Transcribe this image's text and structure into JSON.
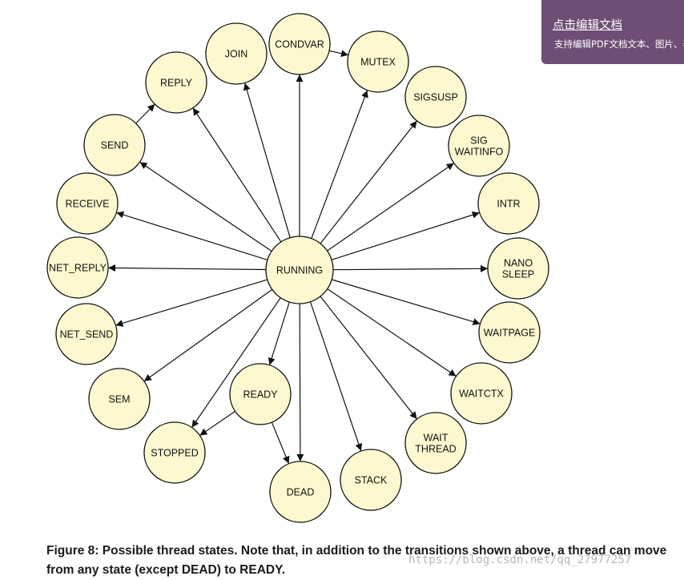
{
  "diagram": {
    "nodes": [
      {
        "id": "running",
        "lines": [
          "RUNNING"
        ]
      },
      {
        "id": "condvar",
        "lines": [
          "CONDVAR"
        ]
      },
      {
        "id": "join",
        "lines": [
          "JOIN"
        ]
      },
      {
        "id": "mutex",
        "lines": [
          "MUTEX"
        ]
      },
      {
        "id": "reply",
        "lines": [
          "REPLY"
        ]
      },
      {
        "id": "sigsusp",
        "lines": [
          "SIGSUSP"
        ]
      },
      {
        "id": "send",
        "lines": [
          "SEND"
        ]
      },
      {
        "id": "sigwaitinfo",
        "lines": [
          "SIG",
          "WAITINFO"
        ]
      },
      {
        "id": "receive",
        "lines": [
          "RECEIVE"
        ]
      },
      {
        "id": "intr",
        "lines": [
          "INTR"
        ]
      },
      {
        "id": "net_reply",
        "lines": [
          "NET_REPLY"
        ]
      },
      {
        "id": "nanosleep",
        "lines": [
          "NANO",
          "SLEEP"
        ]
      },
      {
        "id": "net_send",
        "lines": [
          "NET_SEND"
        ]
      },
      {
        "id": "waitpage",
        "lines": [
          "WAITPAGE"
        ]
      },
      {
        "id": "sem",
        "lines": [
          "SEM"
        ]
      },
      {
        "id": "waitctx",
        "lines": [
          "WAITCTX"
        ]
      },
      {
        "id": "ready",
        "lines": [
          "READY"
        ]
      },
      {
        "id": "stopped",
        "lines": [
          "STOPPED"
        ]
      },
      {
        "id": "waitthread",
        "lines": [
          "WAIT",
          "THREAD"
        ]
      },
      {
        "id": "stack",
        "lines": [
          "STACK"
        ]
      },
      {
        "id": "dead",
        "lines": [
          "DEAD"
        ]
      }
    ],
    "edges": [
      {
        "from": "running",
        "to": "condvar",
        "dir": "both"
      },
      {
        "from": "running",
        "to": "join",
        "dir": "both"
      },
      {
        "from": "running",
        "to": "mutex",
        "dir": "both"
      },
      {
        "from": "running",
        "to": "reply",
        "dir": "both"
      },
      {
        "from": "running",
        "to": "sigsusp",
        "dir": "both"
      },
      {
        "from": "running",
        "to": "send",
        "dir": "both"
      },
      {
        "from": "running",
        "to": "sigwaitinfo",
        "dir": "both"
      },
      {
        "from": "running",
        "to": "receive",
        "dir": "both"
      },
      {
        "from": "running",
        "to": "intr",
        "dir": "both"
      },
      {
        "from": "running",
        "to": "net_reply",
        "dir": "both"
      },
      {
        "from": "running",
        "to": "nanosleep",
        "dir": "both"
      },
      {
        "from": "running",
        "to": "net_send",
        "dir": "both"
      },
      {
        "from": "running",
        "to": "waitpage",
        "dir": "both"
      },
      {
        "from": "running",
        "to": "sem",
        "dir": "both"
      },
      {
        "from": "running",
        "to": "waitctx",
        "dir": "both"
      },
      {
        "from": "running",
        "to": "ready",
        "dir": "both"
      },
      {
        "from": "running",
        "to": "stopped",
        "dir": "both"
      },
      {
        "from": "running",
        "to": "waitthread",
        "dir": "both"
      },
      {
        "from": "running",
        "to": "stack",
        "dir": "forward"
      },
      {
        "from": "running",
        "to": "dead",
        "dir": "forward"
      },
      {
        "from": "condvar",
        "to": "mutex",
        "dir": "forward"
      },
      {
        "from": "send",
        "to": "reply",
        "dir": "forward"
      },
      {
        "from": "ready",
        "to": "stopped",
        "dir": "both"
      },
      {
        "from": "ready",
        "to": "dead",
        "dir": "forward"
      }
    ],
    "colors": {
      "node_fill": "#fdf8cf",
      "node_stroke": "#111111",
      "edge": "#111111"
    }
  },
  "caption": "Figure 8: Possible thread states. Note that, in addition to the transitions shown above, a thread can move from any state (except DEAD) to READY.",
  "banner": {
    "title": "点击编辑文档",
    "subtitle": "支持编辑PDF文档文本、图片、表"
  },
  "watermark": "https://blog.csdn.net/qq_27977257"
}
